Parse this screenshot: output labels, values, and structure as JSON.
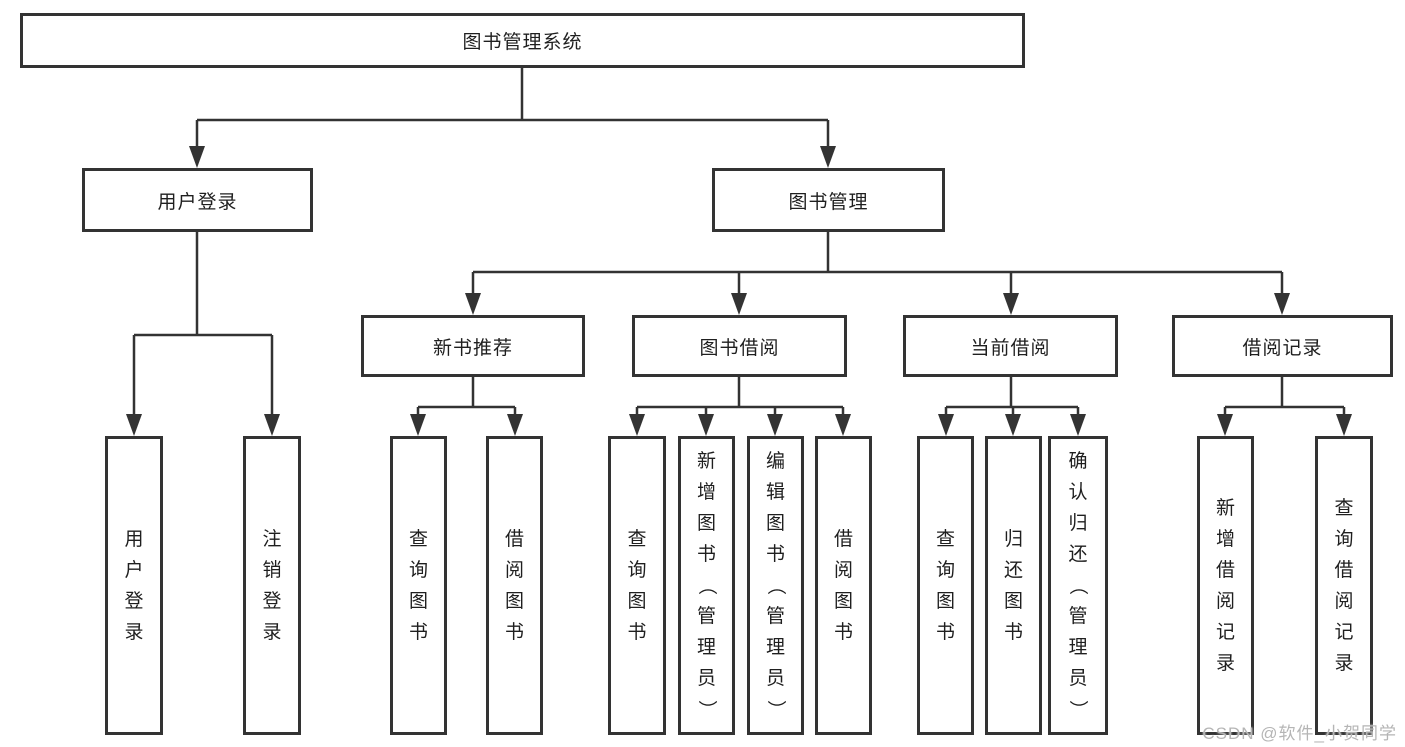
{
  "nodes": {
    "root": {
      "label": "图书管理系统"
    },
    "user_login": {
      "label": "用户登录"
    },
    "book_management": {
      "label": "图书管理"
    },
    "new_book_recommend": {
      "label": "新书推荐"
    },
    "book_borrow": {
      "label": "图书借阅"
    },
    "current_borrow": {
      "label": "当前借阅"
    },
    "borrow_record": {
      "label": "借阅记录"
    },
    "leaf_user_login": {
      "label": "用户登录"
    },
    "leaf_logout": {
      "label": "注销登录"
    },
    "leaf_nb_query": {
      "label": "查询图书"
    },
    "leaf_nb_borrow": {
      "label": "借阅图书"
    },
    "leaf_bb_query": {
      "label": "查询图书"
    },
    "leaf_bb_add": {
      "label": "新增图书（管理员）"
    },
    "leaf_bb_edit": {
      "label": "编辑图书（管理员）"
    },
    "leaf_bb_borrow": {
      "label": "借阅图书"
    },
    "leaf_cb_query": {
      "label": "查询图书"
    },
    "leaf_cb_return": {
      "label": "归还图书"
    },
    "leaf_cb_confirm": {
      "label": "确认归还（管理员）"
    },
    "leaf_br_add": {
      "label": "新增借阅记录"
    },
    "leaf_br_query": {
      "label": "查询借阅记录"
    }
  },
  "watermark": {
    "text": "CSDN @软件_小贺同学"
  },
  "colors": {
    "line": "#333333",
    "box_border": "#333333",
    "text": "#1f1f1f",
    "watermark": "#b5b5b5",
    "background": "#ffffff"
  }
}
